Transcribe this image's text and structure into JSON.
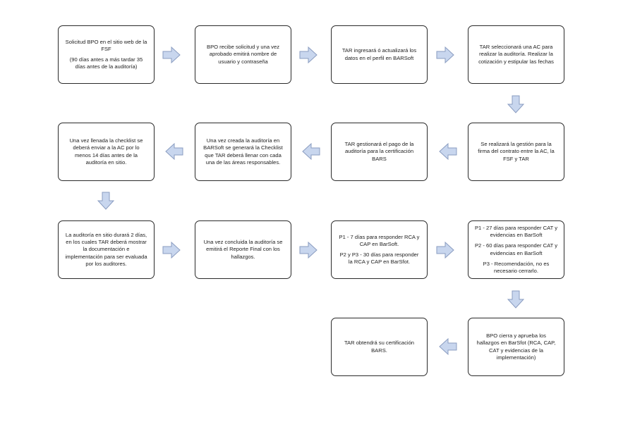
{
  "steps": {
    "s1": {
      "line1": "Solicitud BPO en el sitio web de la FSF",
      "line2": "(90 días antes a más tardar 35 días antes de la auditoría)"
    },
    "s2": {
      "text": "BPO recibe solicitud y una vez aprobado emitirá nombre de usuario y contraseña"
    },
    "s3": {
      "text": "TAR ingresará ó actualizará los datos en el perfil en BARSoft"
    },
    "s4": {
      "text": "TAR seleccionará una AC para realizar la auditoría. Realizar la cotización y estipular las fechas"
    },
    "s5": {
      "text": "Se realizará la gestión para la firma del contrato entre la AC, la FSF y TAR"
    },
    "s6": {
      "text": "TAR gestionará el pago de la auditoría para la certificación BARS"
    },
    "s7": {
      "text": "Una vez creada la auditoría en BARSoft se generará la Checklist que TAR deberá llenar con cada una de las áreas responsables."
    },
    "s8": {
      "text": "Una vez llenada la checklist se deberá enviar a la AC por lo menos 14 días antes de la auditoría en sitio."
    },
    "s9": {
      "text": "La auditoría en sitio durará 2 días, en los cuales TAR deberá mostrar la documentación e implementación para ser evaluada por los auditores."
    },
    "s10": {
      "text": "Una vez concluida la auditoría se emitirá el Reporte Final con los hallazgos."
    },
    "s11": {
      "p1": "P1 - 7 días para responder RCA y CAP en BarSoft.",
      "p2": "P2 y P3 - 30 días para responder la RCA y CAP en BarSfot."
    },
    "s12": {
      "p1": "P1 - 27 días para responder CAT y evidencias en BarSoft",
      "p2": "P2 - 60 días para responder CAT y evidencias en BarSoft",
      "p3": "P3 - Recomendación, no es necesario cerrarlo."
    },
    "s13": {
      "text": "BPO cierra y aprueba los hallazgos en BarSfot (RCA, CAP, CAT y evidencias de la implementación)"
    },
    "s14": {
      "text": "TAR obtendrá su certificación BARS."
    }
  },
  "icons": {
    "arrow": "block-arrow-icon"
  },
  "colors": {
    "arrow_fill": "#c8d6ee",
    "arrow_stroke": "#8a9cc0",
    "box_border": "#2a2a2a"
  }
}
